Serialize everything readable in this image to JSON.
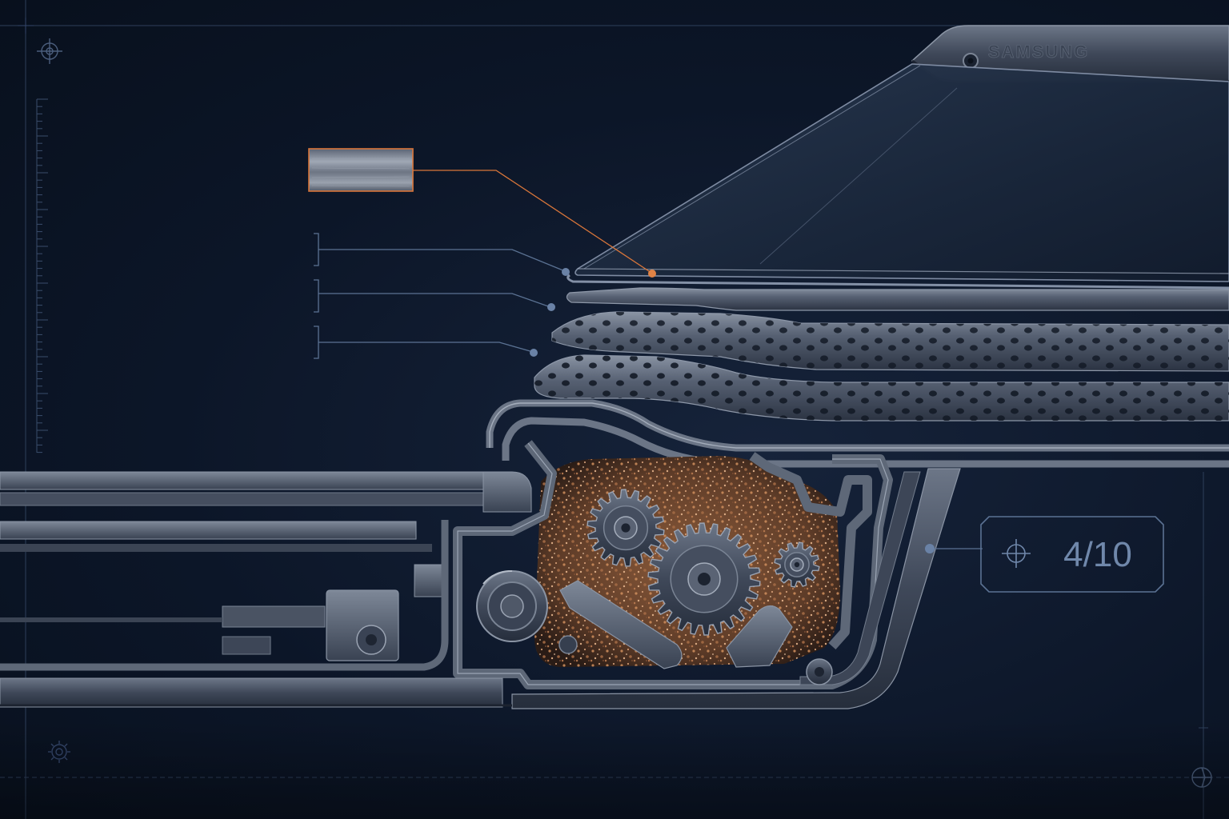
{
  "diagram": {
    "brand_logo_text": "SAMSUNG",
    "page_indicator": "4/10",
    "layers": [
      {
        "name": "outer-glass-cover"
      },
      {
        "name": "second-plate"
      },
      {
        "name": "perforated-layer-upper"
      },
      {
        "name": "perforated-layer-lower"
      }
    ],
    "callouts": [
      {
        "name": "material-swatch-callout",
        "accent": "#d9763a"
      },
      {
        "name": "layer-callout-1",
        "accent": "#5b7293"
      },
      {
        "name": "layer-callout-2",
        "accent": "#5b7293"
      },
      {
        "name": "layer-callout-3",
        "accent": "#5b7293"
      },
      {
        "name": "page-callout",
        "accent": "#5b7293"
      }
    ],
    "colors": {
      "background": "#0b1424",
      "blueprint_line": "#3a4d6b",
      "metal": "#4b5566",
      "accent_orange": "#d9763a",
      "debris": "#8a5a3a"
    }
  }
}
